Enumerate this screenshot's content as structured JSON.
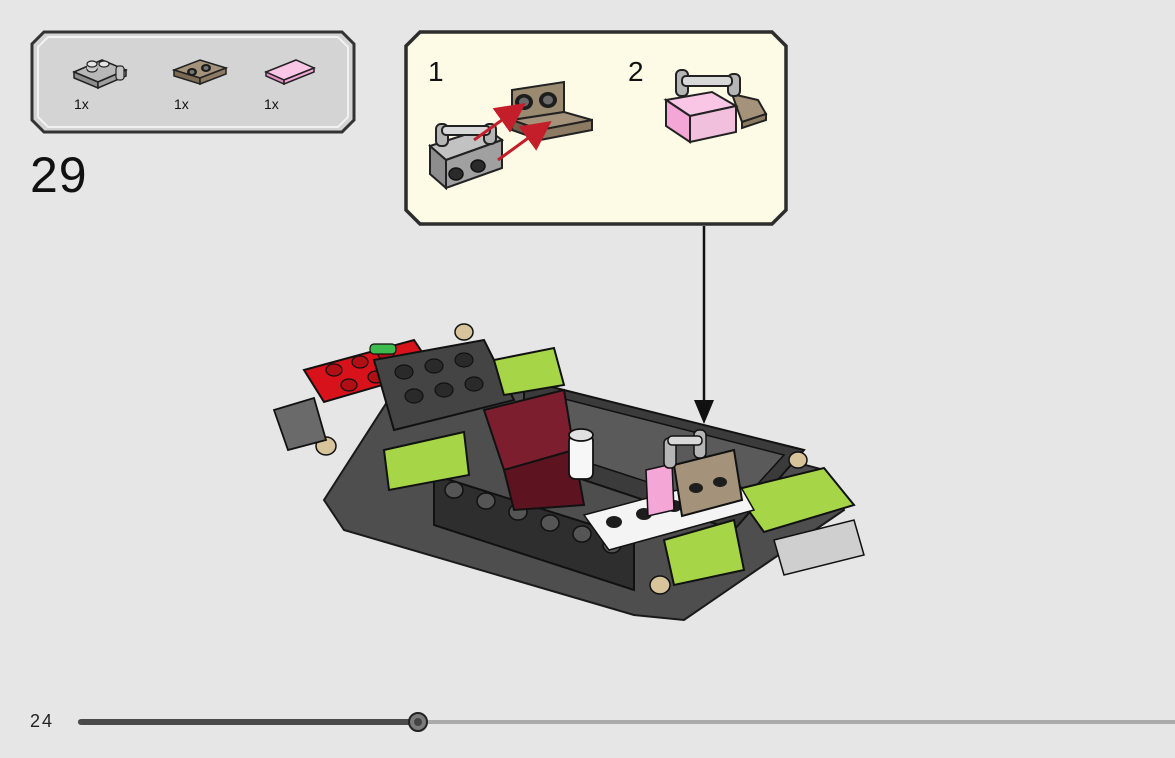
{
  "parts_list": {
    "items": [
      {
        "name": "light-gray-plate-with-clip",
        "quantity": "1x",
        "color": "#a0a0a0"
      },
      {
        "name": "dark-tan-bracket-plate",
        "quantity": "1x",
        "color": "#8c7b62"
      },
      {
        "name": "bright-pink-tile",
        "quantity": "1x",
        "color": "#f4a6d6"
      }
    ]
  },
  "step": {
    "number": "29"
  },
  "callout": {
    "substeps": [
      {
        "number": "1"
      },
      {
        "number": "2"
      }
    ]
  },
  "footer": {
    "page_number": "24",
    "progress": 0.31
  },
  "colors": {
    "background": "#e6e6e6",
    "callout_background": "#fdfbe6",
    "parts_background": "#d4d4d4",
    "arrow_red": "#c41e2a",
    "lime": "#a6d648",
    "dark_red": "#7c1e2e",
    "red": "#d8121a",
    "dark_gray": "#5a5a5a",
    "black": "#1d1d1d"
  }
}
